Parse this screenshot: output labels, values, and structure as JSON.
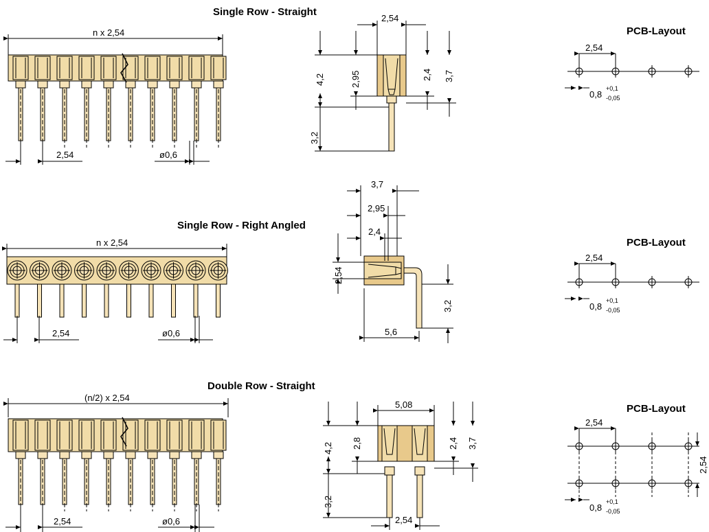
{
  "sections": [
    {
      "title": "Single Row - Straight",
      "front": {
        "pitch_label": "n x 2,54",
        "spacing_label": "2,54",
        "pin_diameter_label": "ø0,6"
      },
      "side": {
        "width_label": "2,54",
        "body_height_label": "4,2",
        "contact_label": "2,95",
        "inner_label": "2,4",
        "total_label": "3,7",
        "pin_length_label": "3,2"
      },
      "pcb": {
        "title": "PCB-Layout",
        "pitch_label": "2,54",
        "hole_label": "0,8",
        "tol_plus": "+0,1",
        "tol_minus": "-0,05"
      }
    },
    {
      "title": "Single Row - Right Angled",
      "front": {
        "pitch_label": "n x 2,54",
        "spacing_label": "2,54",
        "pin_diameter_label": "ø0,6"
      },
      "side": {
        "dim_a": "3,7",
        "dim_b": "2,95",
        "dim_c": "2,4",
        "height_label": "2,54",
        "pin_drop_label": "3,2",
        "pin_offset_label": "5,6"
      },
      "pcb": {
        "title": "PCB-Layout",
        "pitch_label": "2,54",
        "hole_label": "0,8",
        "tol_plus": "+0,1",
        "tol_minus": "-0,05"
      }
    },
    {
      "title": "Double Row - Straight",
      "front": {
        "pitch_label": "(n/2) x 2,54",
        "spacing_label": "2,54",
        "pin_diameter_label": "ø0,6"
      },
      "side": {
        "width_label": "5,08",
        "body_height_label": "4,2",
        "contact_label": "2,8",
        "inner_label": "2,4",
        "total_label": "3,7",
        "pin_length_label": "3,2",
        "row_spacing_label": "2,54"
      },
      "pcb": {
        "title": "PCB-Layout",
        "pitch_label": "2,54",
        "row_label": "2,54",
        "hole_label": "0,8",
        "tol_plus": "+0,1",
        "tol_minus": "-0,05"
      }
    }
  ]
}
